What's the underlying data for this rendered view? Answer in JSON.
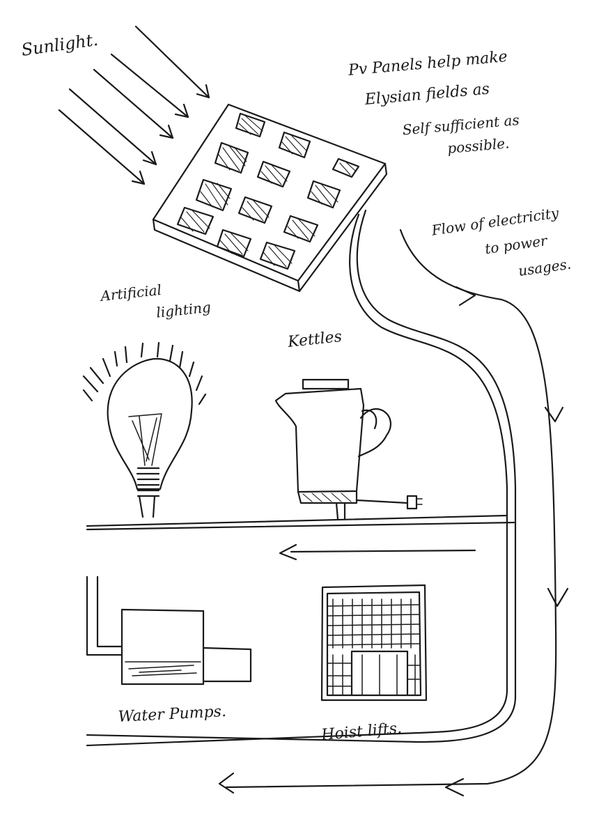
{
  "labels": {
    "sunlight": "Sunlight.",
    "pv_note": [
      "Pv Panels help make",
      "Elysian fields as",
      "Self sufficient as",
      "possible."
    ],
    "flow_note": [
      "Flow of electricity",
      "to power",
      "usages."
    ],
    "lighting": [
      "Artificial",
      "lighting"
    ],
    "kettles": "Kettles",
    "water_pumps": "Water Pumps.",
    "hoist_lifts": "Hoist lifts."
  }
}
